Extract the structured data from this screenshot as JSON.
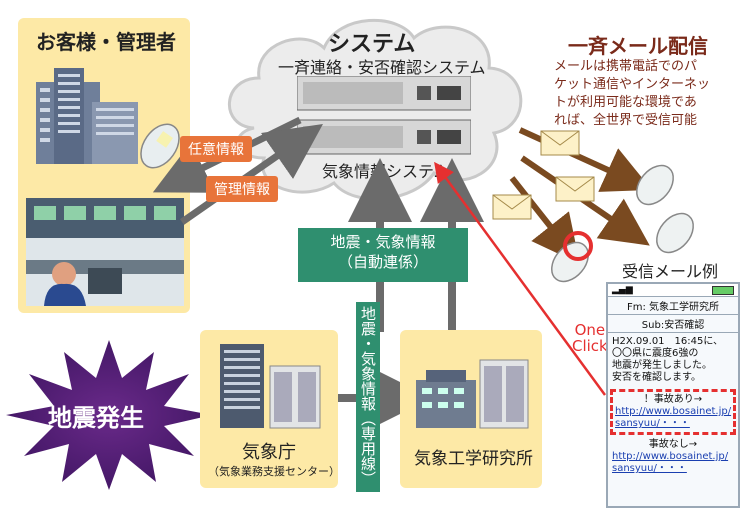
{
  "customer": {
    "title": "お客様・管理者"
  },
  "system": {
    "title": "システム",
    "safety": "一斉連絡・安否確認システム",
    "weather": "気象情報システム"
  },
  "tags": {
    "optional": "任意情報",
    "admin": "管理情報",
    "quake": "地震・気象情報",
    "auto": "（自動連係）"
  },
  "broadcast": {
    "title": "一斉メール配信",
    "desc": [
      "メールは携帯電話でのパ",
      "ケット通信やインターネッ",
      "トが利用可能な環境であ",
      "れば、全世界で受信可能"
    ]
  },
  "quake": {
    "label": "地震発生"
  },
  "jma": {
    "title": "気象庁",
    "sub": "（気象業務支援センター）"
  },
  "lab": {
    "title": "気象工学研究所"
  },
  "dedicated": {
    "vertical": "地震・気象情報（専用線）"
  },
  "oneclick": {
    "line1": "One",
    "line2": "Click"
  },
  "example": {
    "title": "受信メール例",
    "from": "Fm: 気象工学研究所",
    "subject": "Sub:安否確認",
    "body": [
      "H2X.09.01　16:45に、",
      "〇〇県に震度6強の",
      "地震が発生しました。",
      "安否を確認します。"
    ],
    "yes_label": "！事故あり→",
    "yes_url1": "http://www.bosainet.jp/",
    "yes_url2": "sansyuu/・・・",
    "no_label": "事故なし→",
    "no_url1": "http://www.bosainet.jp/",
    "no_url2": "sansyuu/・・・"
  }
}
